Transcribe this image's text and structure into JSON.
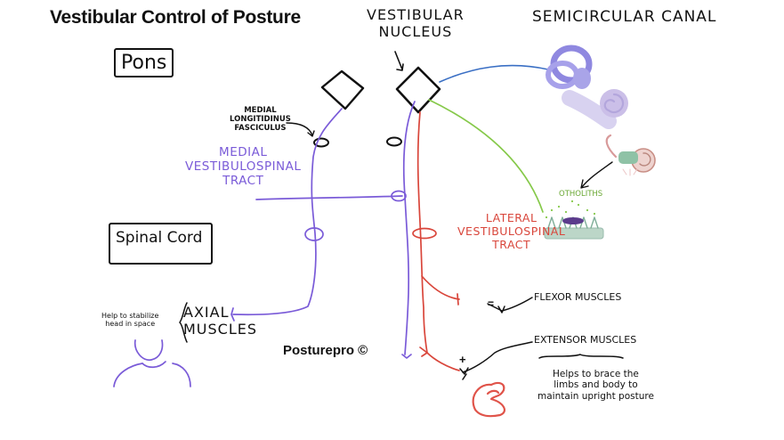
{
  "title": "Vestibular Control of Posture",
  "labels": {
    "pons": "Pons",
    "spinal_cord": "Spinal Cord",
    "vestibular_nucleus": "VESTIBULAR\nNUCLEUS",
    "semicircular_canal": "SEMICIRCULAR CANAL",
    "mlf": "MEDIAL\nLONGITIDINUS\nFASCICULUS",
    "mvst": "MEDIAL\nVESTIBULOSPINAL\nTRACT",
    "lvst": "LATERAL\nVESTIBULOSPINAL\nTRACT",
    "otoliths": "OTHOLITHS",
    "flexor": "FLEXOR MUSCLES",
    "extensor": "EXTENSOR MUSCLES",
    "axial": "AXIAL\nMUSCLES",
    "stabilize": "Help to stabilize\nhead in space",
    "brace": "Helps to brace the\nlimbs and body to\nmaintain upright posture",
    "plus_sign": "+",
    "minus_sign": "=",
    "watermark": "Posturepro ©"
  },
  "colors": {
    "ink": "#111111",
    "medial_tract": "#7a5bd8",
    "lateral_tract": "#d9463b",
    "canal_link": "#3a6fc4",
    "otolith_link": "#86c94a",
    "canal_fill": "#a9a4e8",
    "cochlea_fill": "#cbbfe8"
  },
  "icons": [
    "semicircular-canal-icon",
    "otolith-ear-icon",
    "otolith-organ-icon",
    "flexed-arm-icon",
    "head-shoulders-icon"
  ]
}
